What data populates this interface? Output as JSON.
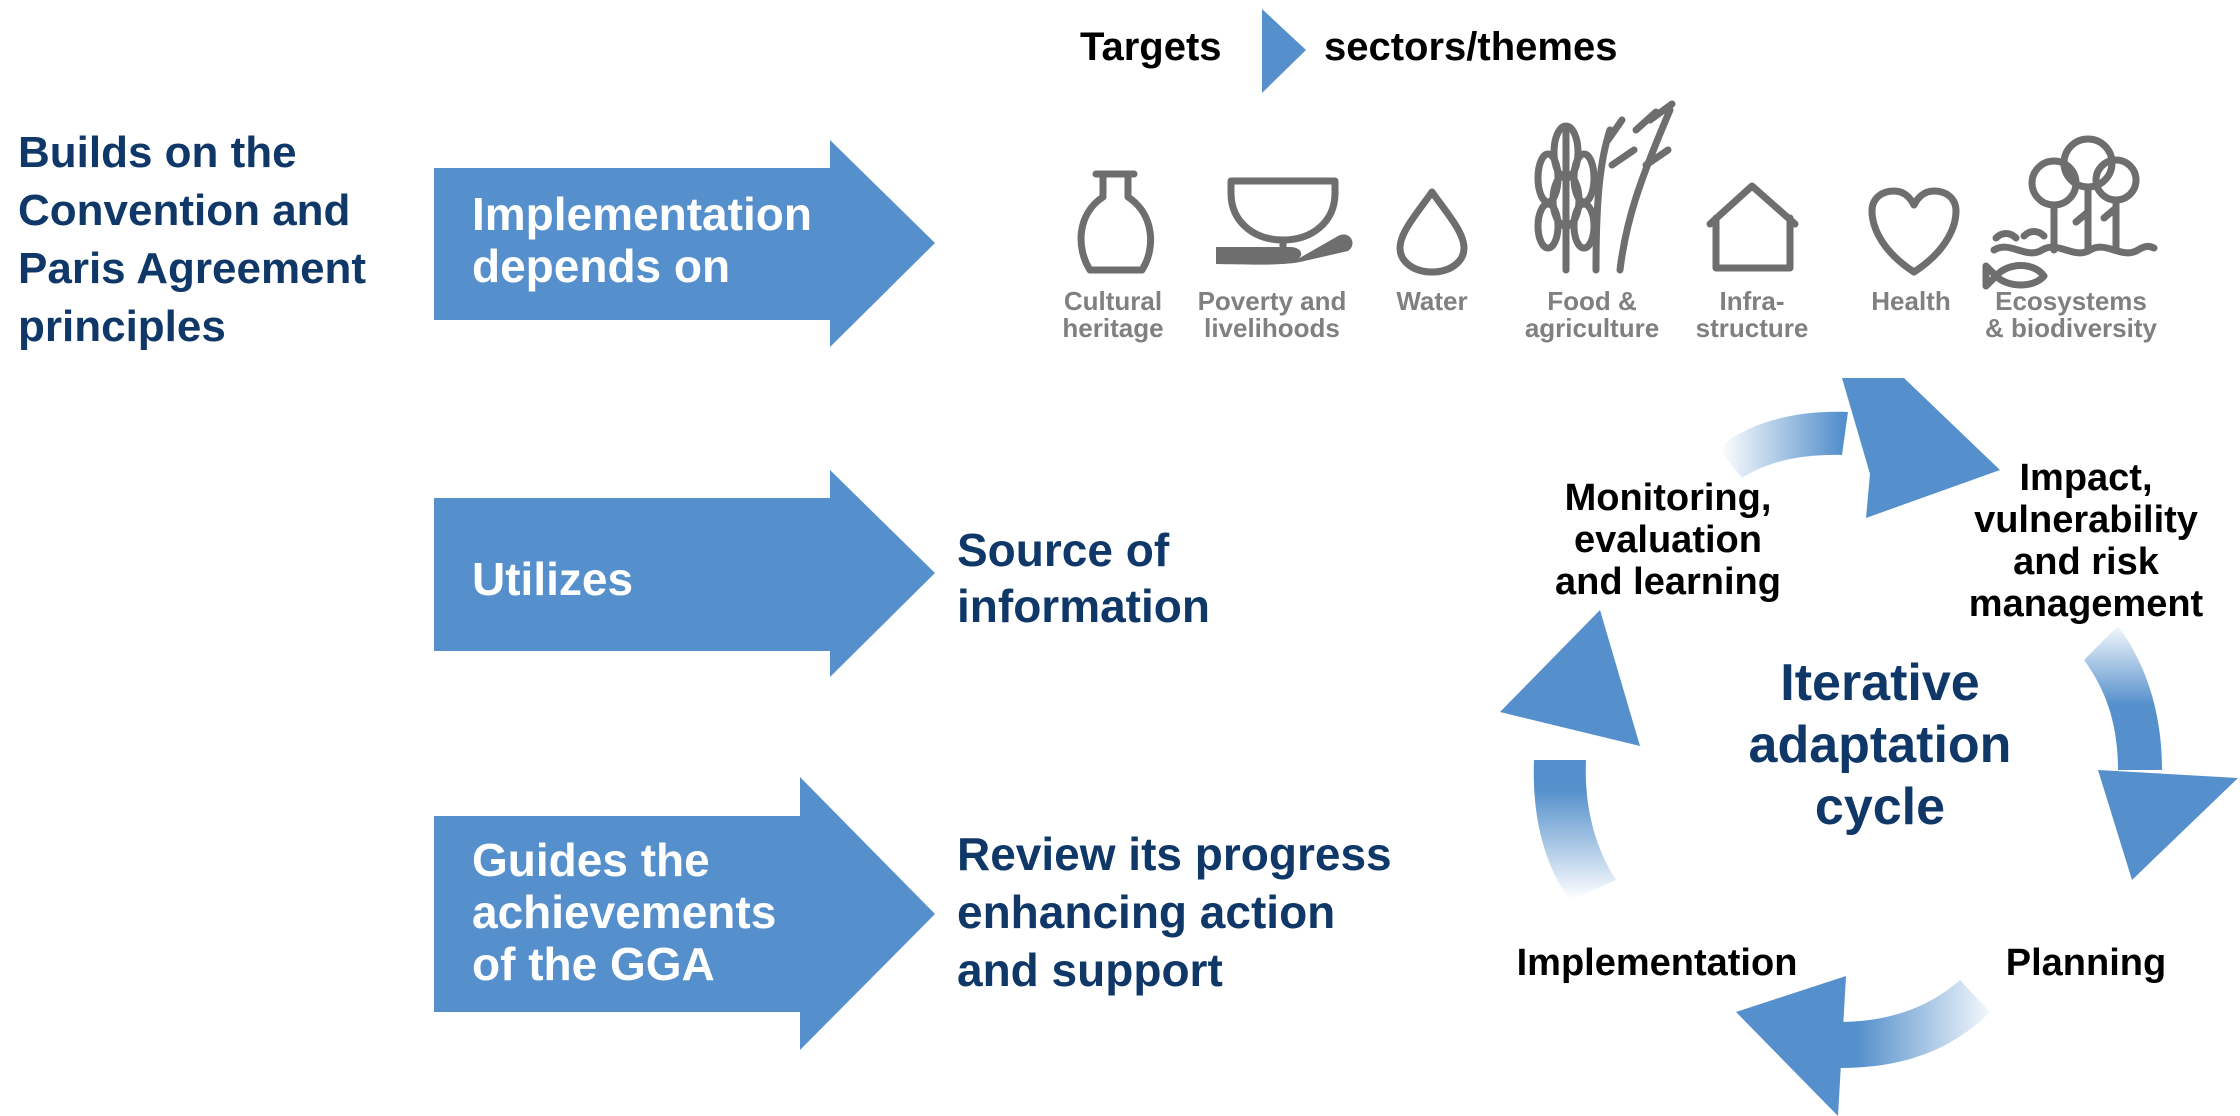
{
  "colors": {
    "arrow_blue": "#5590cc",
    "navy_text": "#0f3868",
    "icon_gray": "#6e6e6e",
    "label_gray": "#808080"
  },
  "left_heading": [
    "Builds on the",
    "Convention and",
    "Paris Agreement",
    "principles"
  ],
  "targets": {
    "left": "Targets",
    "right": "sectors/themes"
  },
  "arrows": [
    {
      "label_lines": [
        "Implementation",
        "depends on"
      ]
    },
    {
      "label_lines": [
        "Utilizes"
      ],
      "result_lines": [
        "Source of",
        "information"
      ]
    },
    {
      "label_lines": [
        "Guides the",
        "achievements",
        "of the GGA"
      ],
      "result_lines": [
        "Review its progress",
        "enhancing action",
        "and support"
      ]
    }
  ],
  "sectors": [
    {
      "icon": "vase-icon",
      "lines": [
        "Cultural",
        "heritage"
      ]
    },
    {
      "icon": "bowl-hand-icon",
      "lines": [
        "Poverty and",
        "livelihoods"
      ]
    },
    {
      "icon": "water-drop-icon",
      "lines": [
        "Water"
      ]
    },
    {
      "icon": "wheat-icon",
      "lines": [
        "Food &",
        "agriculture"
      ]
    },
    {
      "icon": "house-icon",
      "lines": [
        "Infra-",
        "structure"
      ]
    },
    {
      "icon": "heart-icon",
      "lines": [
        "Health"
      ]
    },
    {
      "icon": "trees-fish-icon",
      "lines": [
        "Ecosystems",
        "& biodiversity"
      ]
    }
  ],
  "cycle": {
    "center_lines": [
      "Iterative",
      "adaptation",
      "cycle"
    ],
    "stages": [
      {
        "lines": [
          "Impact,",
          "vulnerability",
          "and risk",
          "management"
        ]
      },
      {
        "lines": [
          "Planning"
        ]
      },
      {
        "lines": [
          "Implementation"
        ]
      },
      {
        "lines": [
          "Monitoring,",
          "evaluation",
          "and learning"
        ]
      }
    ]
  }
}
